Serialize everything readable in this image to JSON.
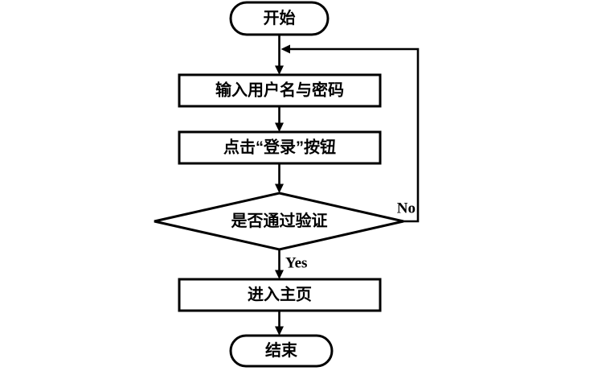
{
  "flowchart": {
    "nodes": {
      "start": {
        "type": "terminator",
        "label": "开始"
      },
      "input": {
        "type": "process",
        "label": "输入用户名与密码"
      },
      "click": {
        "type": "process",
        "label": "点击“登录”按钮"
      },
      "verify": {
        "type": "decision",
        "label": "是否通过验证"
      },
      "home": {
        "type": "process",
        "label": "进入主页"
      },
      "end": {
        "type": "terminator",
        "label": "结束"
      }
    },
    "edges": {
      "yes_label": "Yes",
      "no_label": "No"
    },
    "colors": {
      "stroke": "#000000",
      "shape_fill": "#ffffff",
      "background": "#ffffff"
    }
  }
}
